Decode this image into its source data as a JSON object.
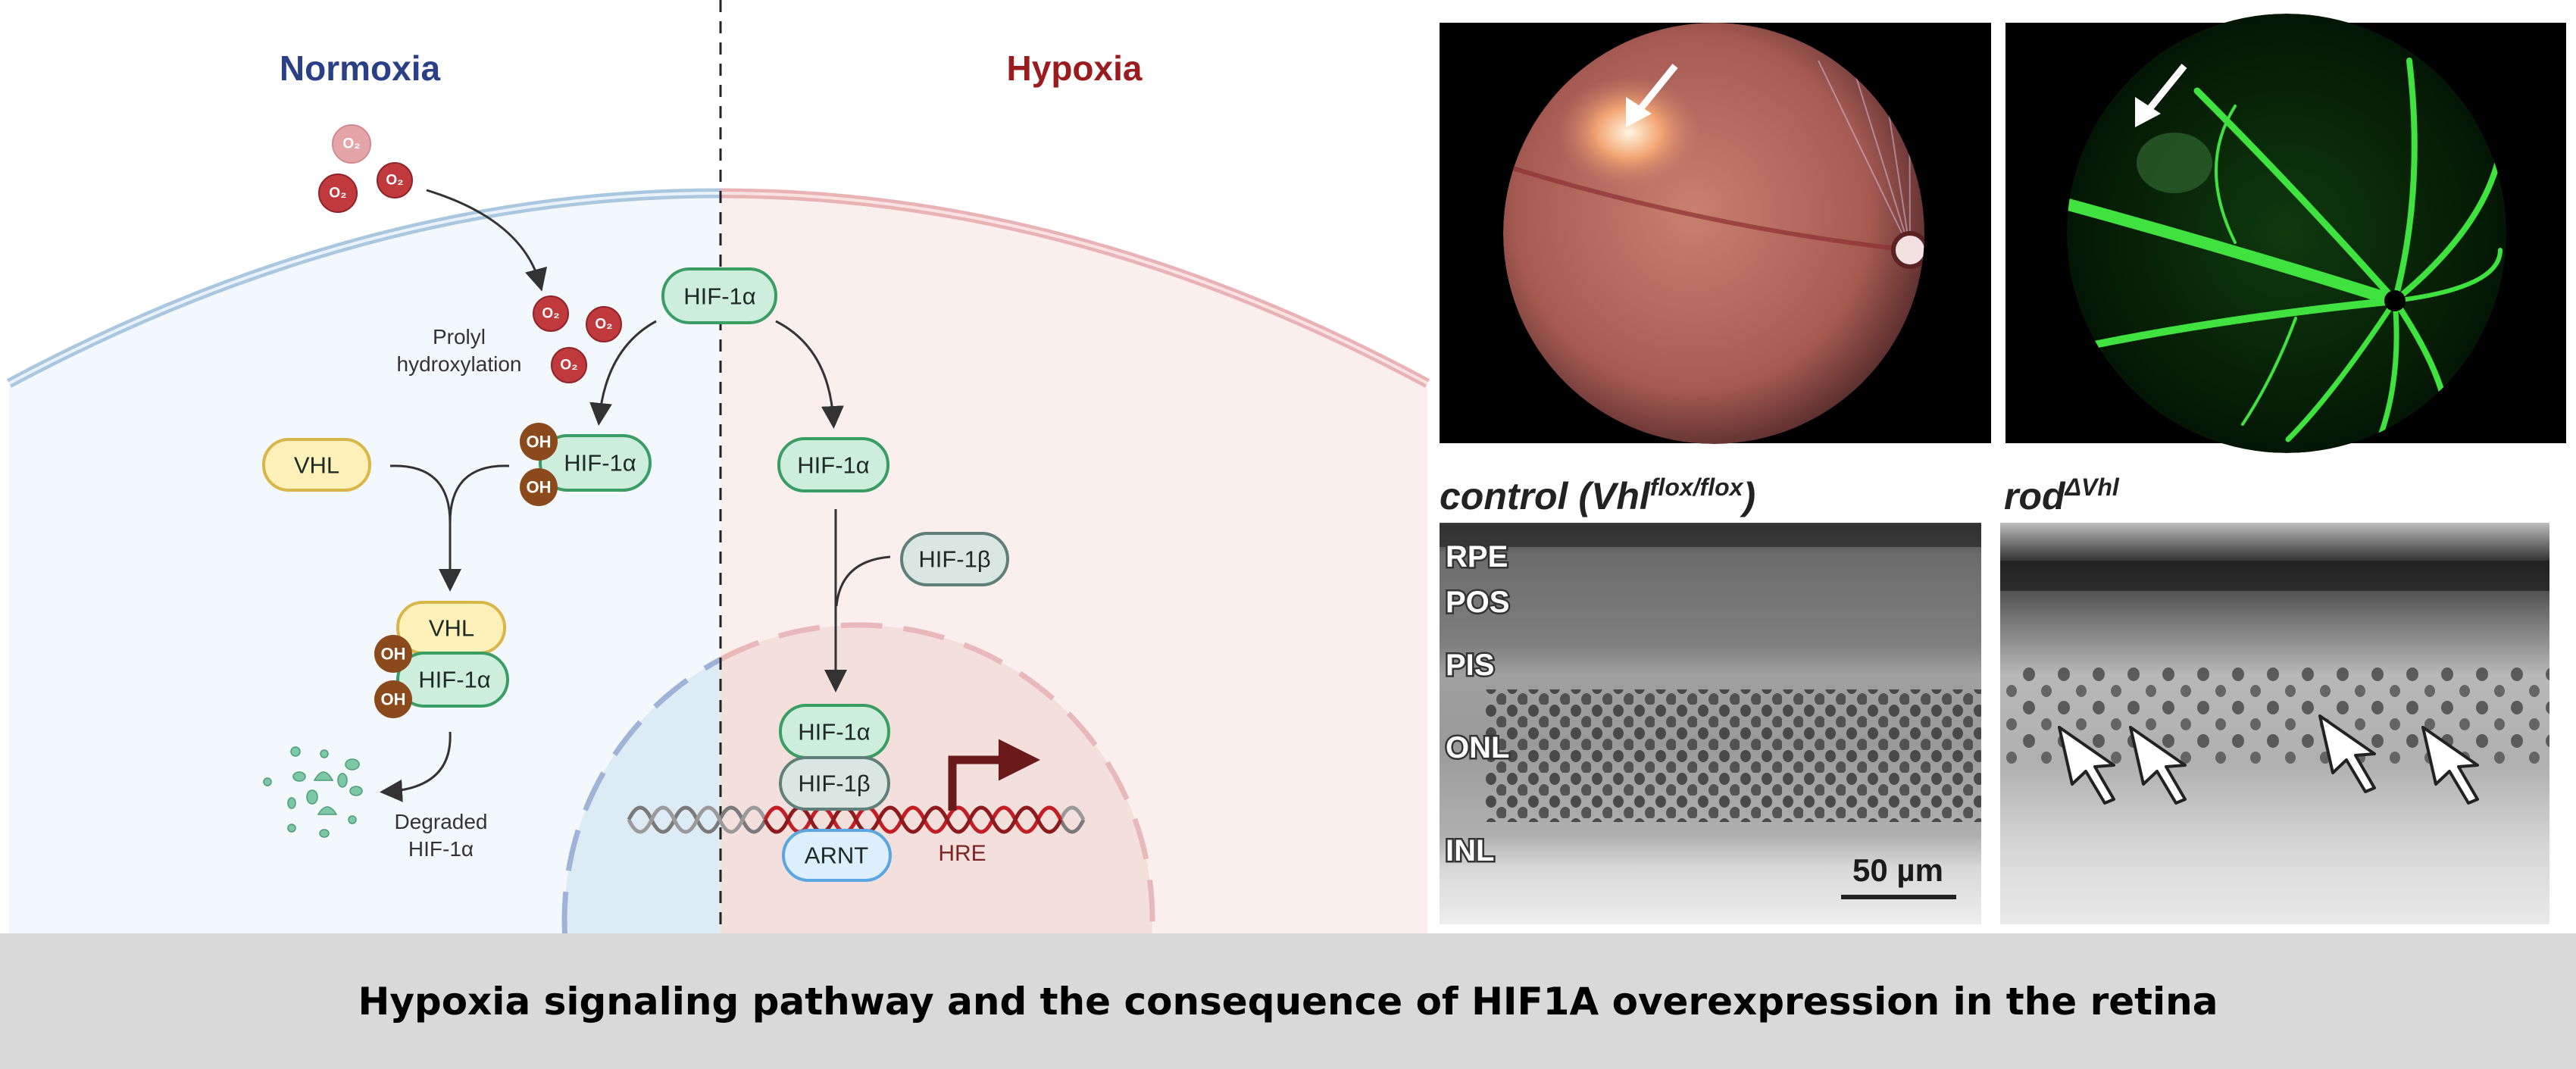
{
  "diagram": {
    "normoxia_title": "Normoxia",
    "hypoxia_title": "Hypoxia",
    "o2_label": "O₂",
    "prolyl_line1": "Prolyl",
    "prolyl_line2": "hydroxylation",
    "hif1a": "HIF-1α",
    "hif1b": "HIF-1β",
    "vhl": "VHL",
    "oh": "OH",
    "arnt": "ARNT",
    "hre": "HRE",
    "degraded_line1": "Degraded",
    "degraded_line2": "HIF-1α",
    "colors": {
      "normoxia": "#2b3f86",
      "hypoxia": "#9b1c1f",
      "hif1a_fill": "#cdeedd",
      "vhl_fill": "#fdf0b8"
    }
  },
  "retina": {
    "control_title": "control (Vhl",
    "control_sup": "flox/flox",
    "control_close": ")",
    "rod_title": "rod",
    "rod_sup": "ΔVhl",
    "layers": [
      "RPE",
      "POS",
      "PIS",
      "ONL",
      "INL"
    ],
    "scale_bar": "50 µm"
  },
  "caption": "Hypoxia signaling pathway and the consequence of HIF1A overexpression in the retina"
}
